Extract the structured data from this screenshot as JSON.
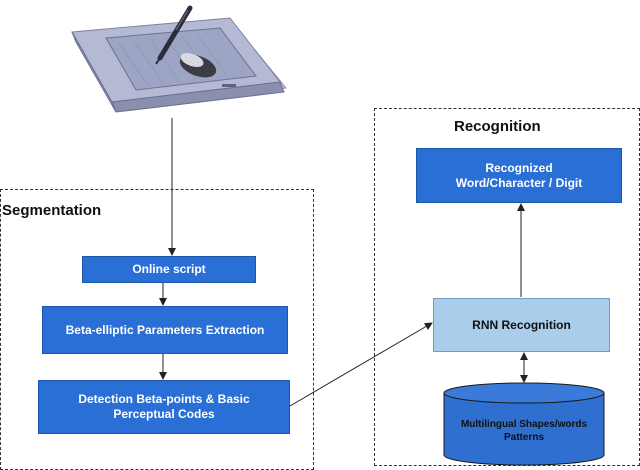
{
  "segmentation": {
    "title": "Segmentation",
    "online_script": "Online script",
    "beta_extraction": "Beta-elliptic Parameters Extraction",
    "detection": "Detection  Beta-points & Basic\nPerceptual Codes"
  },
  "recognition": {
    "title": "Recognition",
    "recognized": "Recognized\nWord/Character / Digit",
    "rnn": "RNN  Recognition",
    "database": "Multilingual Shapes/words\nPatterns"
  },
  "tablet": {
    "icon": "graphics-tablet-with-pen-and-mouse-icon"
  },
  "colors": {
    "box_blue": "#2a6fd6",
    "box_light": "#a9cdea",
    "database_blue": "#2f6fd0"
  }
}
